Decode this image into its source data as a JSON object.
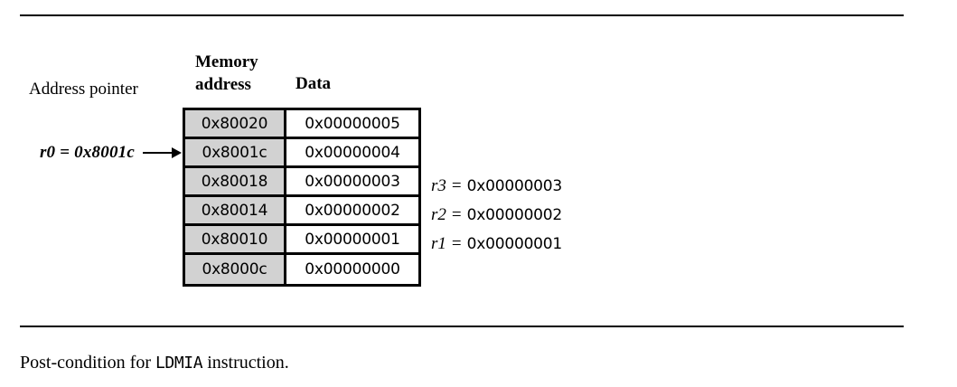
{
  "figure": {
    "address_pointer_label": "Address pointer",
    "header": {
      "memory_line1": "Memory",
      "memory_line2": "address",
      "data": "Data"
    },
    "pointer": {
      "label": "r0 = 0x8001c",
      "arrow_icon": "right-arrow-icon",
      "target_row_index": 1
    },
    "rows": [
      {
        "address": "0x80020",
        "data": "0x00000005"
      },
      {
        "address": "0x8001c",
        "data": "0x00000004"
      },
      {
        "address": "0x80018",
        "data": "0x00000003"
      },
      {
        "address": "0x80014",
        "data": "0x00000002"
      },
      {
        "address": "0x80010",
        "data": "0x00000001"
      },
      {
        "address": "0x8000c",
        "data": "0x00000000"
      }
    ],
    "registers": [
      {
        "name": "r3",
        "eq": "=",
        "value": "0x00000003"
      },
      {
        "name": "r2",
        "eq": "=",
        "value": "0x00000002"
      },
      {
        "name": "r1",
        "eq": "=",
        "value": "0x00000001"
      }
    ],
    "caption": {
      "prefix": "Post-condition for ",
      "instruction": "LDMIA",
      "suffix": " instruction."
    },
    "colors": {
      "address_cell_fill": "#d2d2d2",
      "data_cell_fill": "#ffffff",
      "border": "#000000",
      "text": "#000000"
    }
  }
}
